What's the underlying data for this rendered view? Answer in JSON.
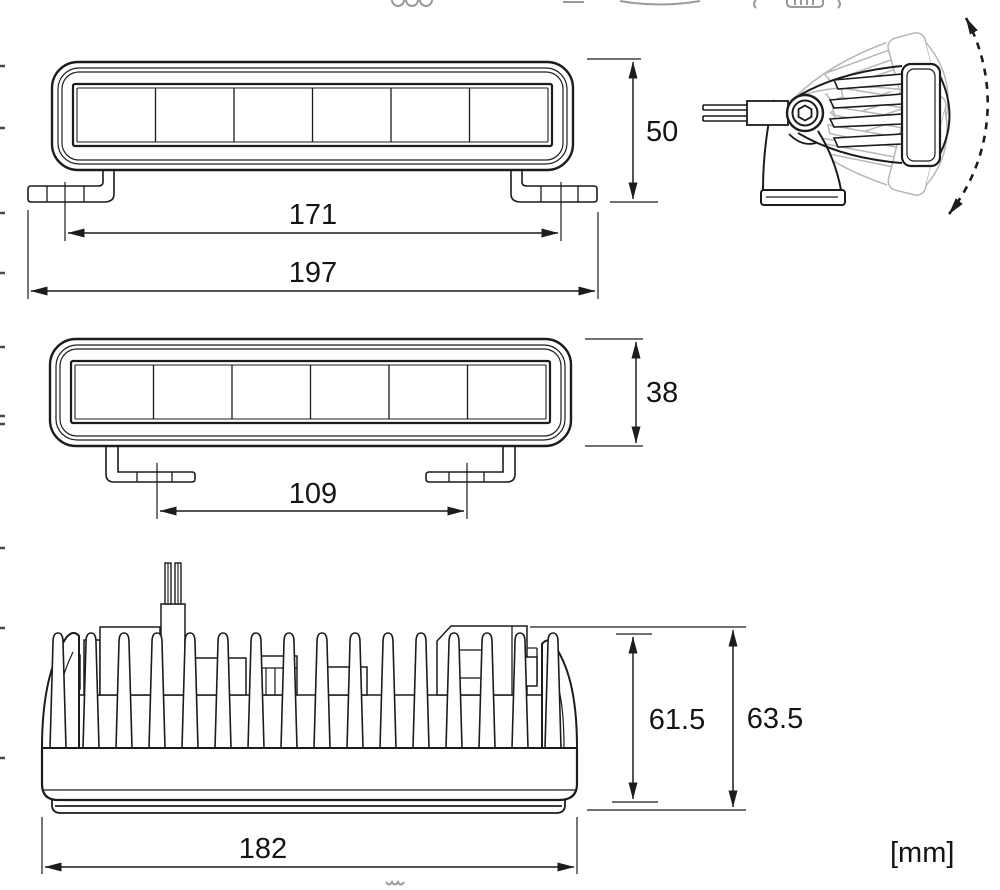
{
  "drawing": {
    "units_label": "[mm]",
    "line_color": "#1c1c1c",
    "ghost_color": "#b7b7b7",
    "views": {
      "front_view_top": {
        "description": "front view, mounting feet outward",
        "led_segments": 6,
        "dims": {
          "bracket_hole_span": "171",
          "overall_width": "197",
          "overall_height": "50"
        }
      },
      "side_view": {
        "description": "side view with tilt adjustment arc"
      },
      "front_view_middle": {
        "description": "front view, mounting feet inward",
        "led_segments": 6,
        "dims": {
          "bracket_hole_span": "109",
          "body_height": "38"
        }
      },
      "rear_view": {
        "description": "rear heat-sink view",
        "dims": {
          "overall_width": "182",
          "housing_height": "61.5",
          "overall_height": "63.5"
        }
      }
    }
  }
}
